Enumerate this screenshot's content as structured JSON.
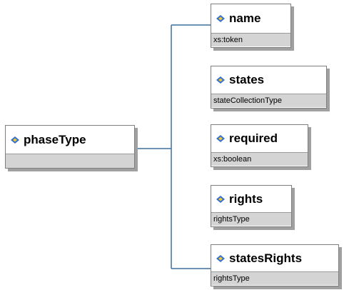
{
  "diagram": {
    "root": {
      "name": "phaseType",
      "type": "",
      "icon": "element-icon"
    },
    "children": [
      {
        "name": "name",
        "type": "xs:token",
        "icon": "element-icon"
      },
      {
        "name": "states",
        "type": "stateCollectionType",
        "icon": "element-icon"
      },
      {
        "name": "required",
        "type": "xs:boolean",
        "icon": "element-icon"
      },
      {
        "name": "rights",
        "type": "rightsType",
        "icon": "element-icon"
      },
      {
        "name": "statesRights",
        "type": "rightsType",
        "icon": "element-icon"
      }
    ],
    "colors": {
      "line": "#3c6e9e",
      "icon_blue": "#2f6fd6",
      "icon_yellow": "#f3c928",
      "type_bg": "#d4d4d4"
    }
  }
}
